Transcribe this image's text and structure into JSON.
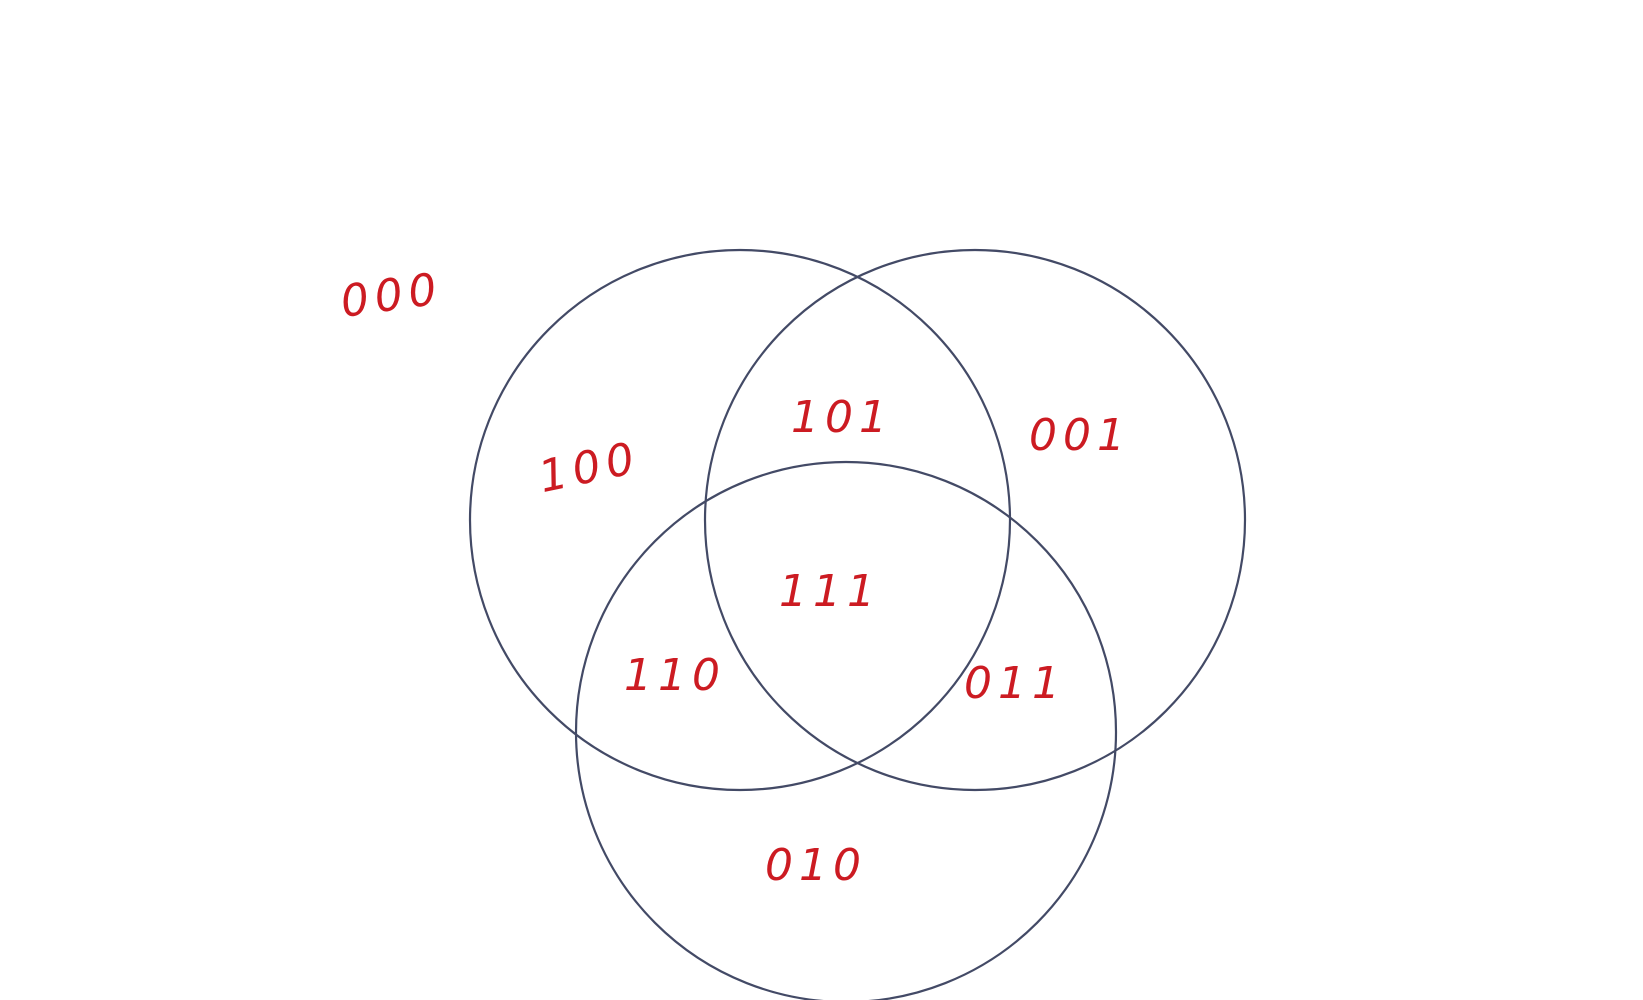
{
  "colors": {
    "circle_stroke": "#434a66",
    "label_ink": "#cc1b22",
    "background": "#ffffff"
  },
  "diagram": {
    "type": "three-set venn diagram",
    "sets": 3,
    "regions": {
      "outside": "000",
      "a_only": "100",
      "b_only": "001",
      "c_only": "010",
      "a_and_b": "101",
      "a_and_c": "110",
      "b_and_c": "011",
      "all_three": "111"
    }
  }
}
